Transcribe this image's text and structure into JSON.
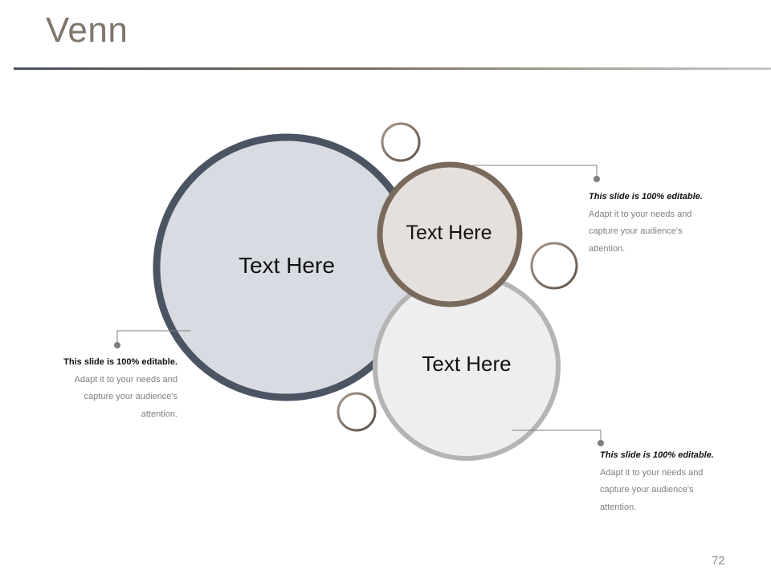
{
  "title": "Venn",
  "circles": [
    {
      "label": "Text Here",
      "fill": "#d8dbe2",
      "stroke": "#4b5463"
    },
    {
      "label": "Text Here",
      "fill": "#eeeeee",
      "stroke": "#b4b4b4"
    },
    {
      "label": "Text Here",
      "fill": "#e6e0dc",
      "stroke": "#7a6a5c"
    }
  ],
  "callouts": [
    {
      "lead": "This slide is 100% editable.",
      "line1": "Adapt it to your needs and",
      "line2": "capture your audience's",
      "line3": "attention."
    },
    {
      "lead": "This slide is 100% editable.",
      "line1": "Adapt it to your needs and",
      "line2": "capture your audience's",
      "line3": "attention."
    },
    {
      "lead": "This slide is 100% editable.",
      "line1": "Adapt it to your needs and",
      "line2": "capture your audience's",
      "line3": "attention."
    }
  ],
  "page_number": "72"
}
